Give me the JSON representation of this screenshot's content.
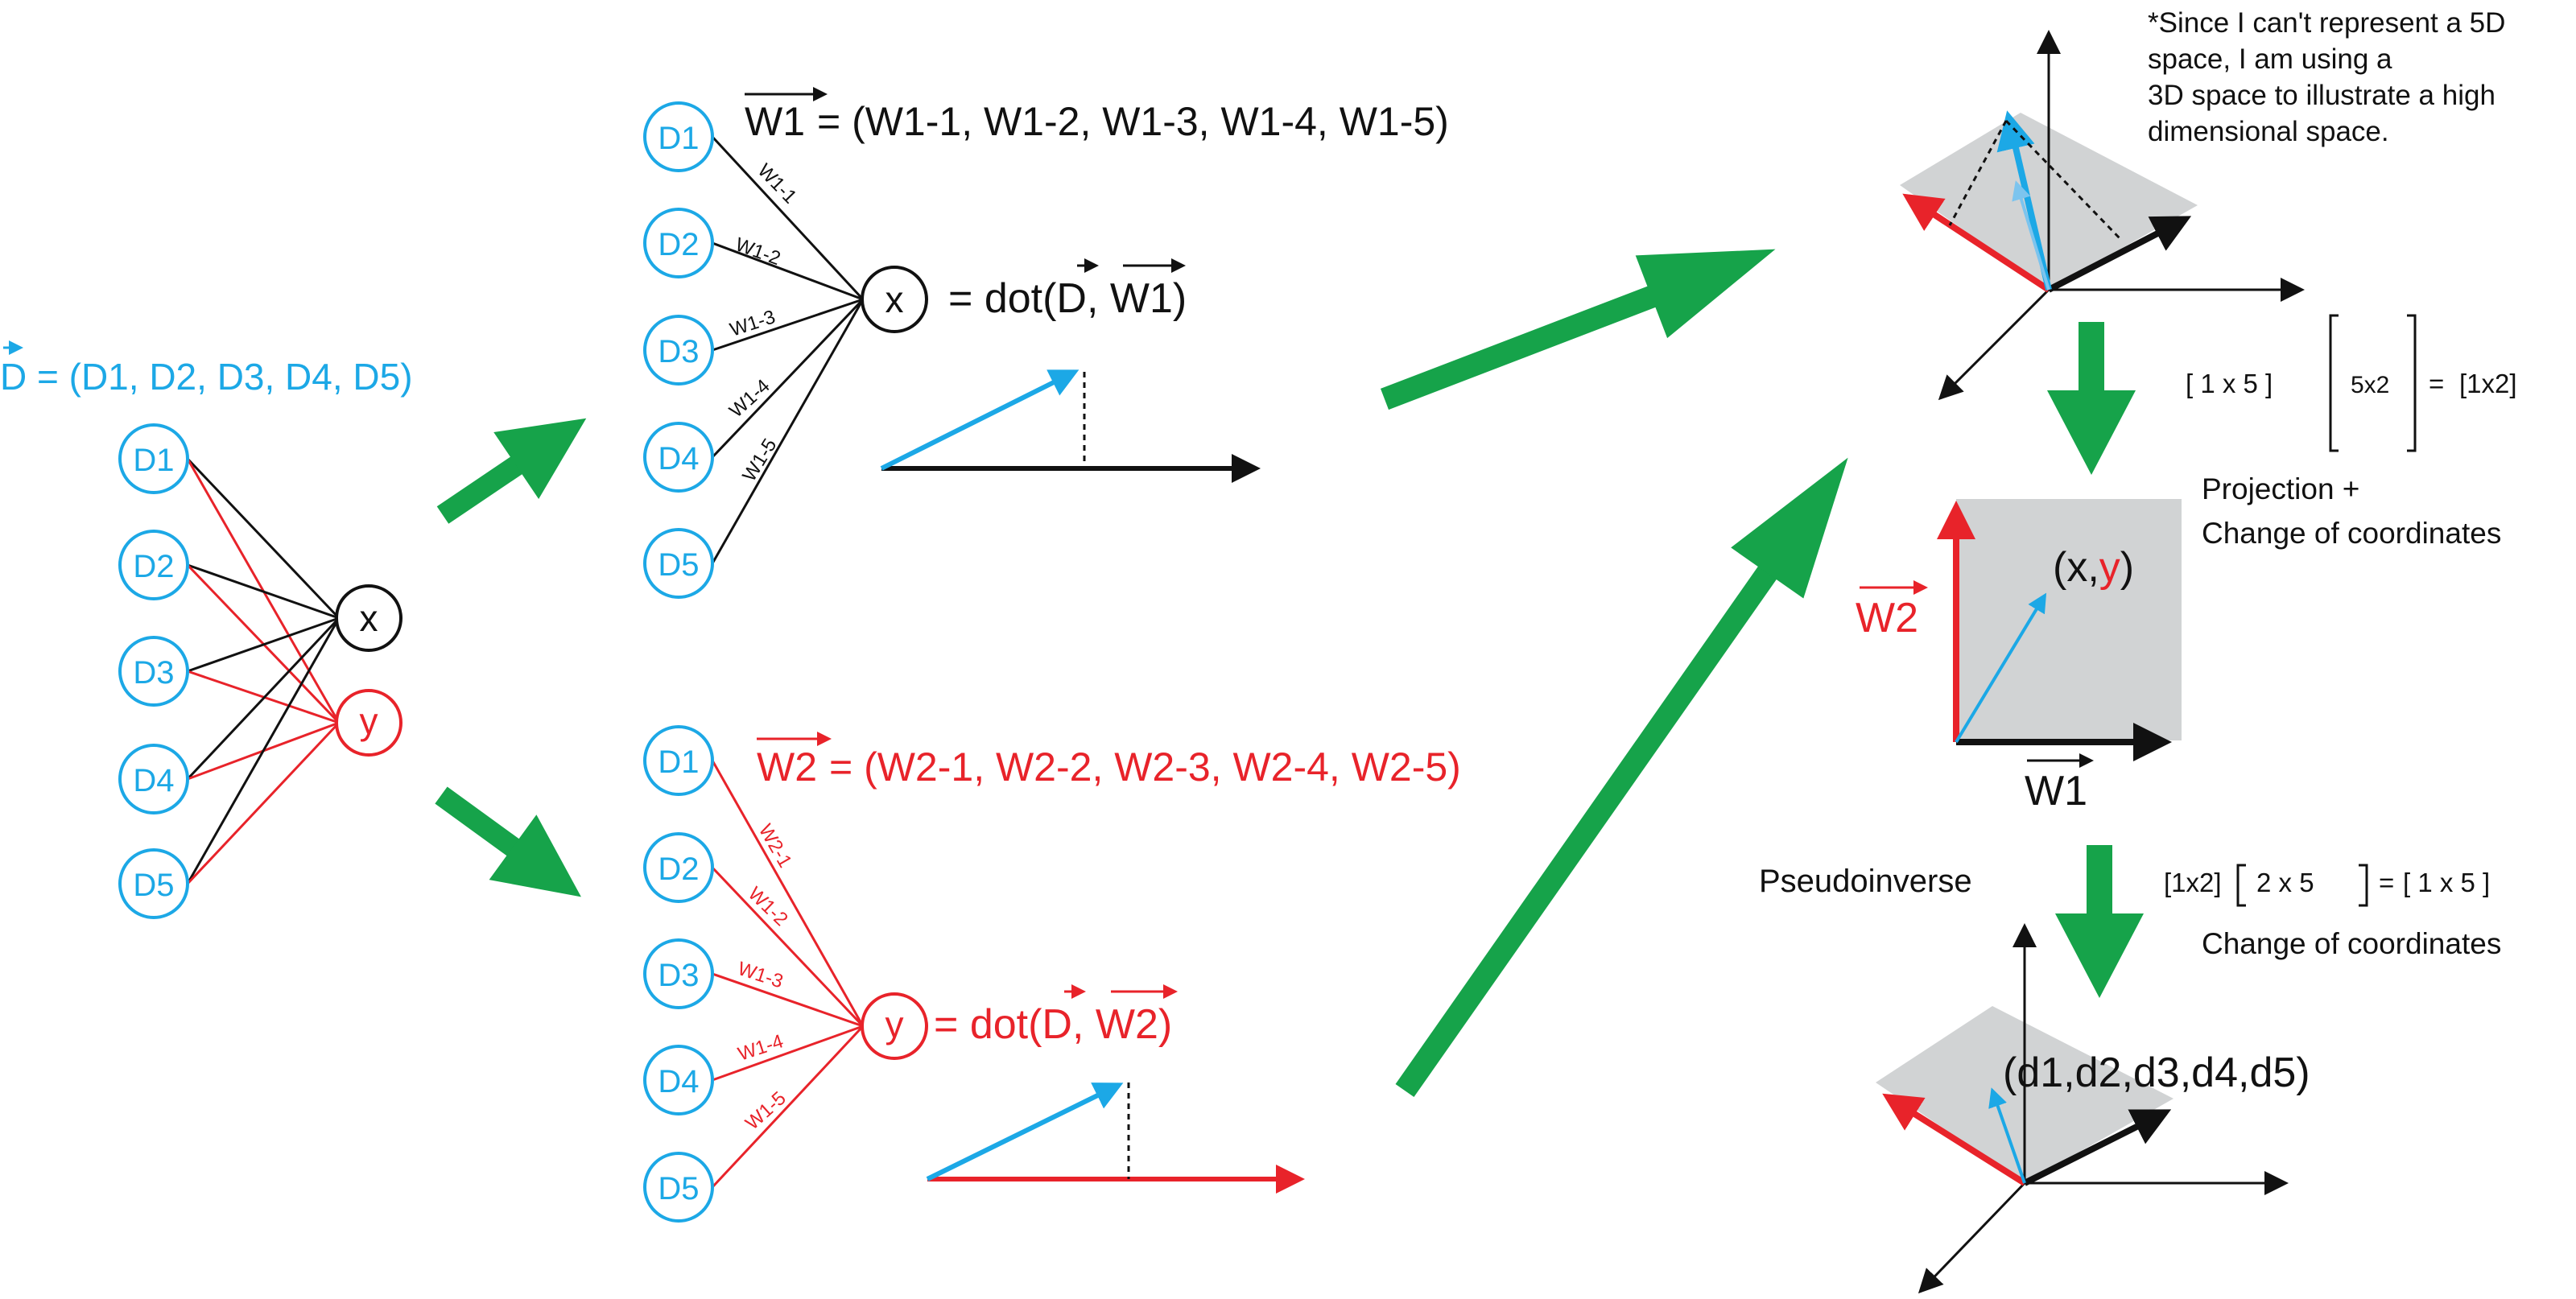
{
  "colors": {
    "blue": "#1ca8e6",
    "red": "#e8232a",
    "black": "#111111",
    "green": "#16a34a",
    "plane_gray": "#d1d3d4"
  },
  "left": {
    "vector_label": "D = (D1, D2, D3, D4, D5)",
    "inputs": [
      "D1",
      "D2",
      "D3",
      "D4",
      "D5"
    ],
    "outputs": [
      "x",
      "y"
    ]
  },
  "top_network": {
    "inputs": [
      "D1",
      "D2",
      "D3",
      "D4",
      "D5"
    ],
    "weight_vector_name": "W1",
    "weight_vector": " = (W1-1, W1-2, W1-3, W1-4, W1-5)",
    "edge_labels": [
      "W1-1",
      "W1-2",
      "W1-3",
      "W1-4",
      "W1-5"
    ],
    "output": "x",
    "eq_prefix": "= dot(",
    "eq_d": "D",
    "eq_sep": ", ",
    "eq_w": "W1",
    "eq_close": ")"
  },
  "bottom_network": {
    "inputs": [
      "D1",
      "D2",
      "D3",
      "D4",
      "D5"
    ],
    "weight_vector_name": "W2",
    "weight_vector": " = (W2-1, W2-2, W2-3, W2-4, W2-5)",
    "edge_labels": [
      "W2-1",
      "W1-2",
      "W1-3",
      "W1-4",
      "W1-5"
    ],
    "output": "y",
    "eq_prefix": "= dot(",
    "eq_d": "D",
    "eq_sep": ", ",
    "eq_w": "W2",
    "eq_close": ")"
  },
  "note": [
    "*Since I can't represent a 5D",
    "space, I am using a",
    "3D space to illustrate a high",
    "dimensional space."
  ],
  "projection": {
    "matrix_left": "[ 1 x 5 ]",
    "matrix_mid": "5x2",
    "equals": "=",
    "matrix_result": "[1x2]",
    "caption_line1": "Projection +",
    "caption_line2": "Change of coordinates"
  },
  "plane2d": {
    "axis_y": "W2",
    "axis_x": "W1",
    "point_open": "(x,",
    "point_y": "y",
    "point_close": ")"
  },
  "pseudoinverse": {
    "label": "Pseudoinverse",
    "matrix_left": "[1x2]",
    "matrix_mid": "2 x 5",
    "equals": "=",
    "matrix_result": "[ 1 x 5 ]",
    "caption": "Change of coordinates"
  },
  "recovered_point": "(d1,d2,d3,d4,d5)"
}
